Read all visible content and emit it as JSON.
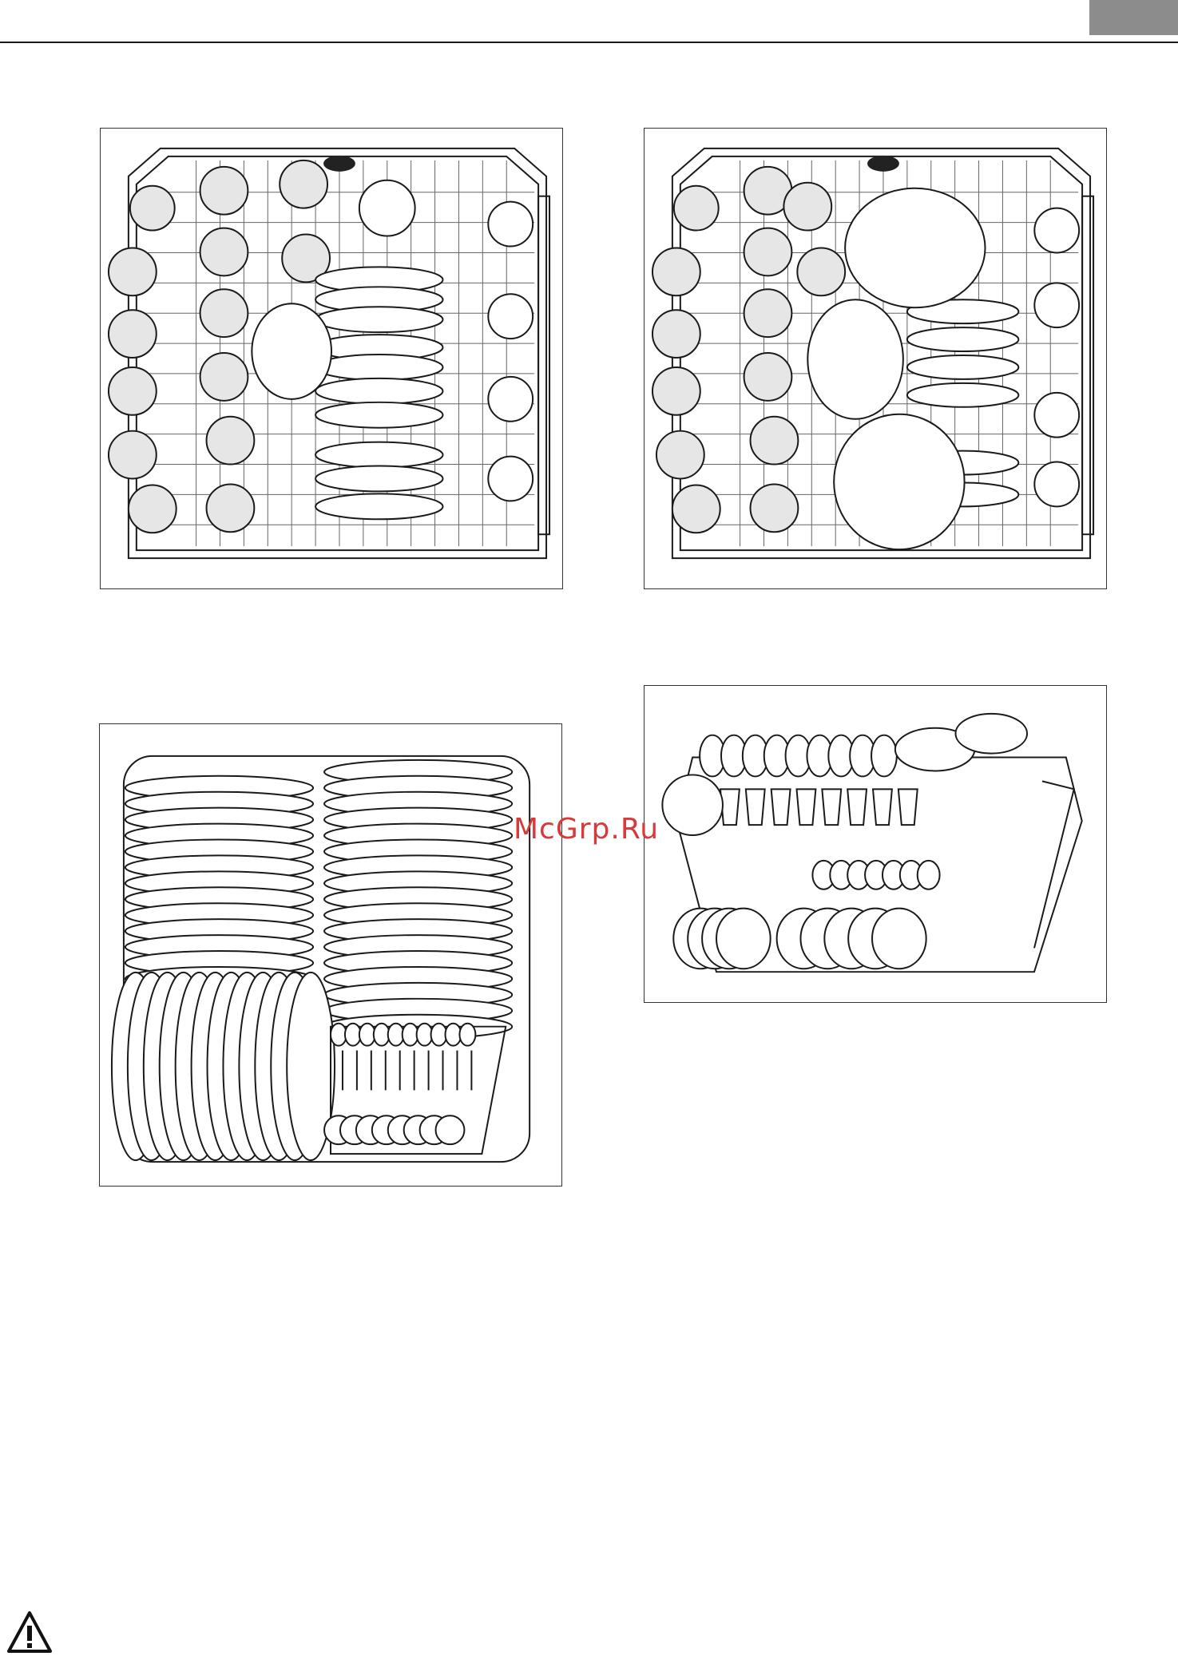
{
  "header": {
    "accent_color": "#8c8c8c"
  },
  "watermark": {
    "text": "McGrp.Ru",
    "color": "#d63a3a"
  },
  "figures": [
    {
      "name": "upper-basket-cups-and-plates"
    },
    {
      "name": "upper-basket-cups-and-bowls"
    },
    {
      "name": "lower-basket-plates-and-cutlery"
    },
    {
      "name": "cutlery-basket"
    }
  ],
  "warning": {
    "icon": "warning-triangle-icon"
  }
}
